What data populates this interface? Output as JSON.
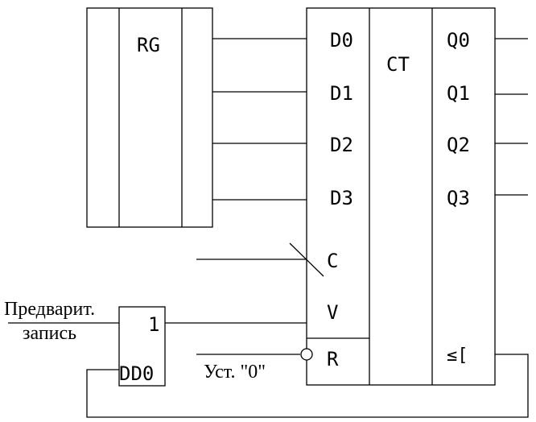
{
  "register": {
    "label": "RG"
  },
  "counter": {
    "label": "CT",
    "inputs": [
      "D0",
      "D1",
      "D2",
      "D3"
    ],
    "outputs": [
      "Q0",
      "Q1",
      "Q2",
      "Q3"
    ],
    "clock": "C",
    "enable": "V",
    "reset": "R",
    "borrow": "≤["
  },
  "gate": {
    "symbol": "1",
    "name": "DD0"
  },
  "labels": {
    "preset_line1": "Предварит.",
    "preset_line2": "запись",
    "reset_zero": "Уст. \"0\""
  },
  "colors": {
    "line": "#000000",
    "background": "#ffffff"
  }
}
